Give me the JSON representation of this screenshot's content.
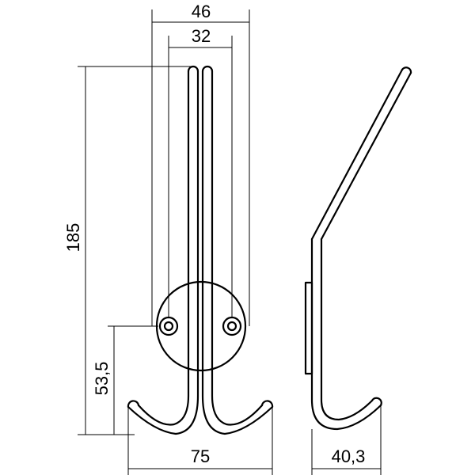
{
  "dimensions": {
    "overall_width_top": "46",
    "hole_spacing": "32",
    "height": "185",
    "hole_height": "53,5",
    "hook_spread": "75",
    "depth": "40,3"
  },
  "colors": {
    "line": "#000000",
    "background": "#ffffff"
  }
}
